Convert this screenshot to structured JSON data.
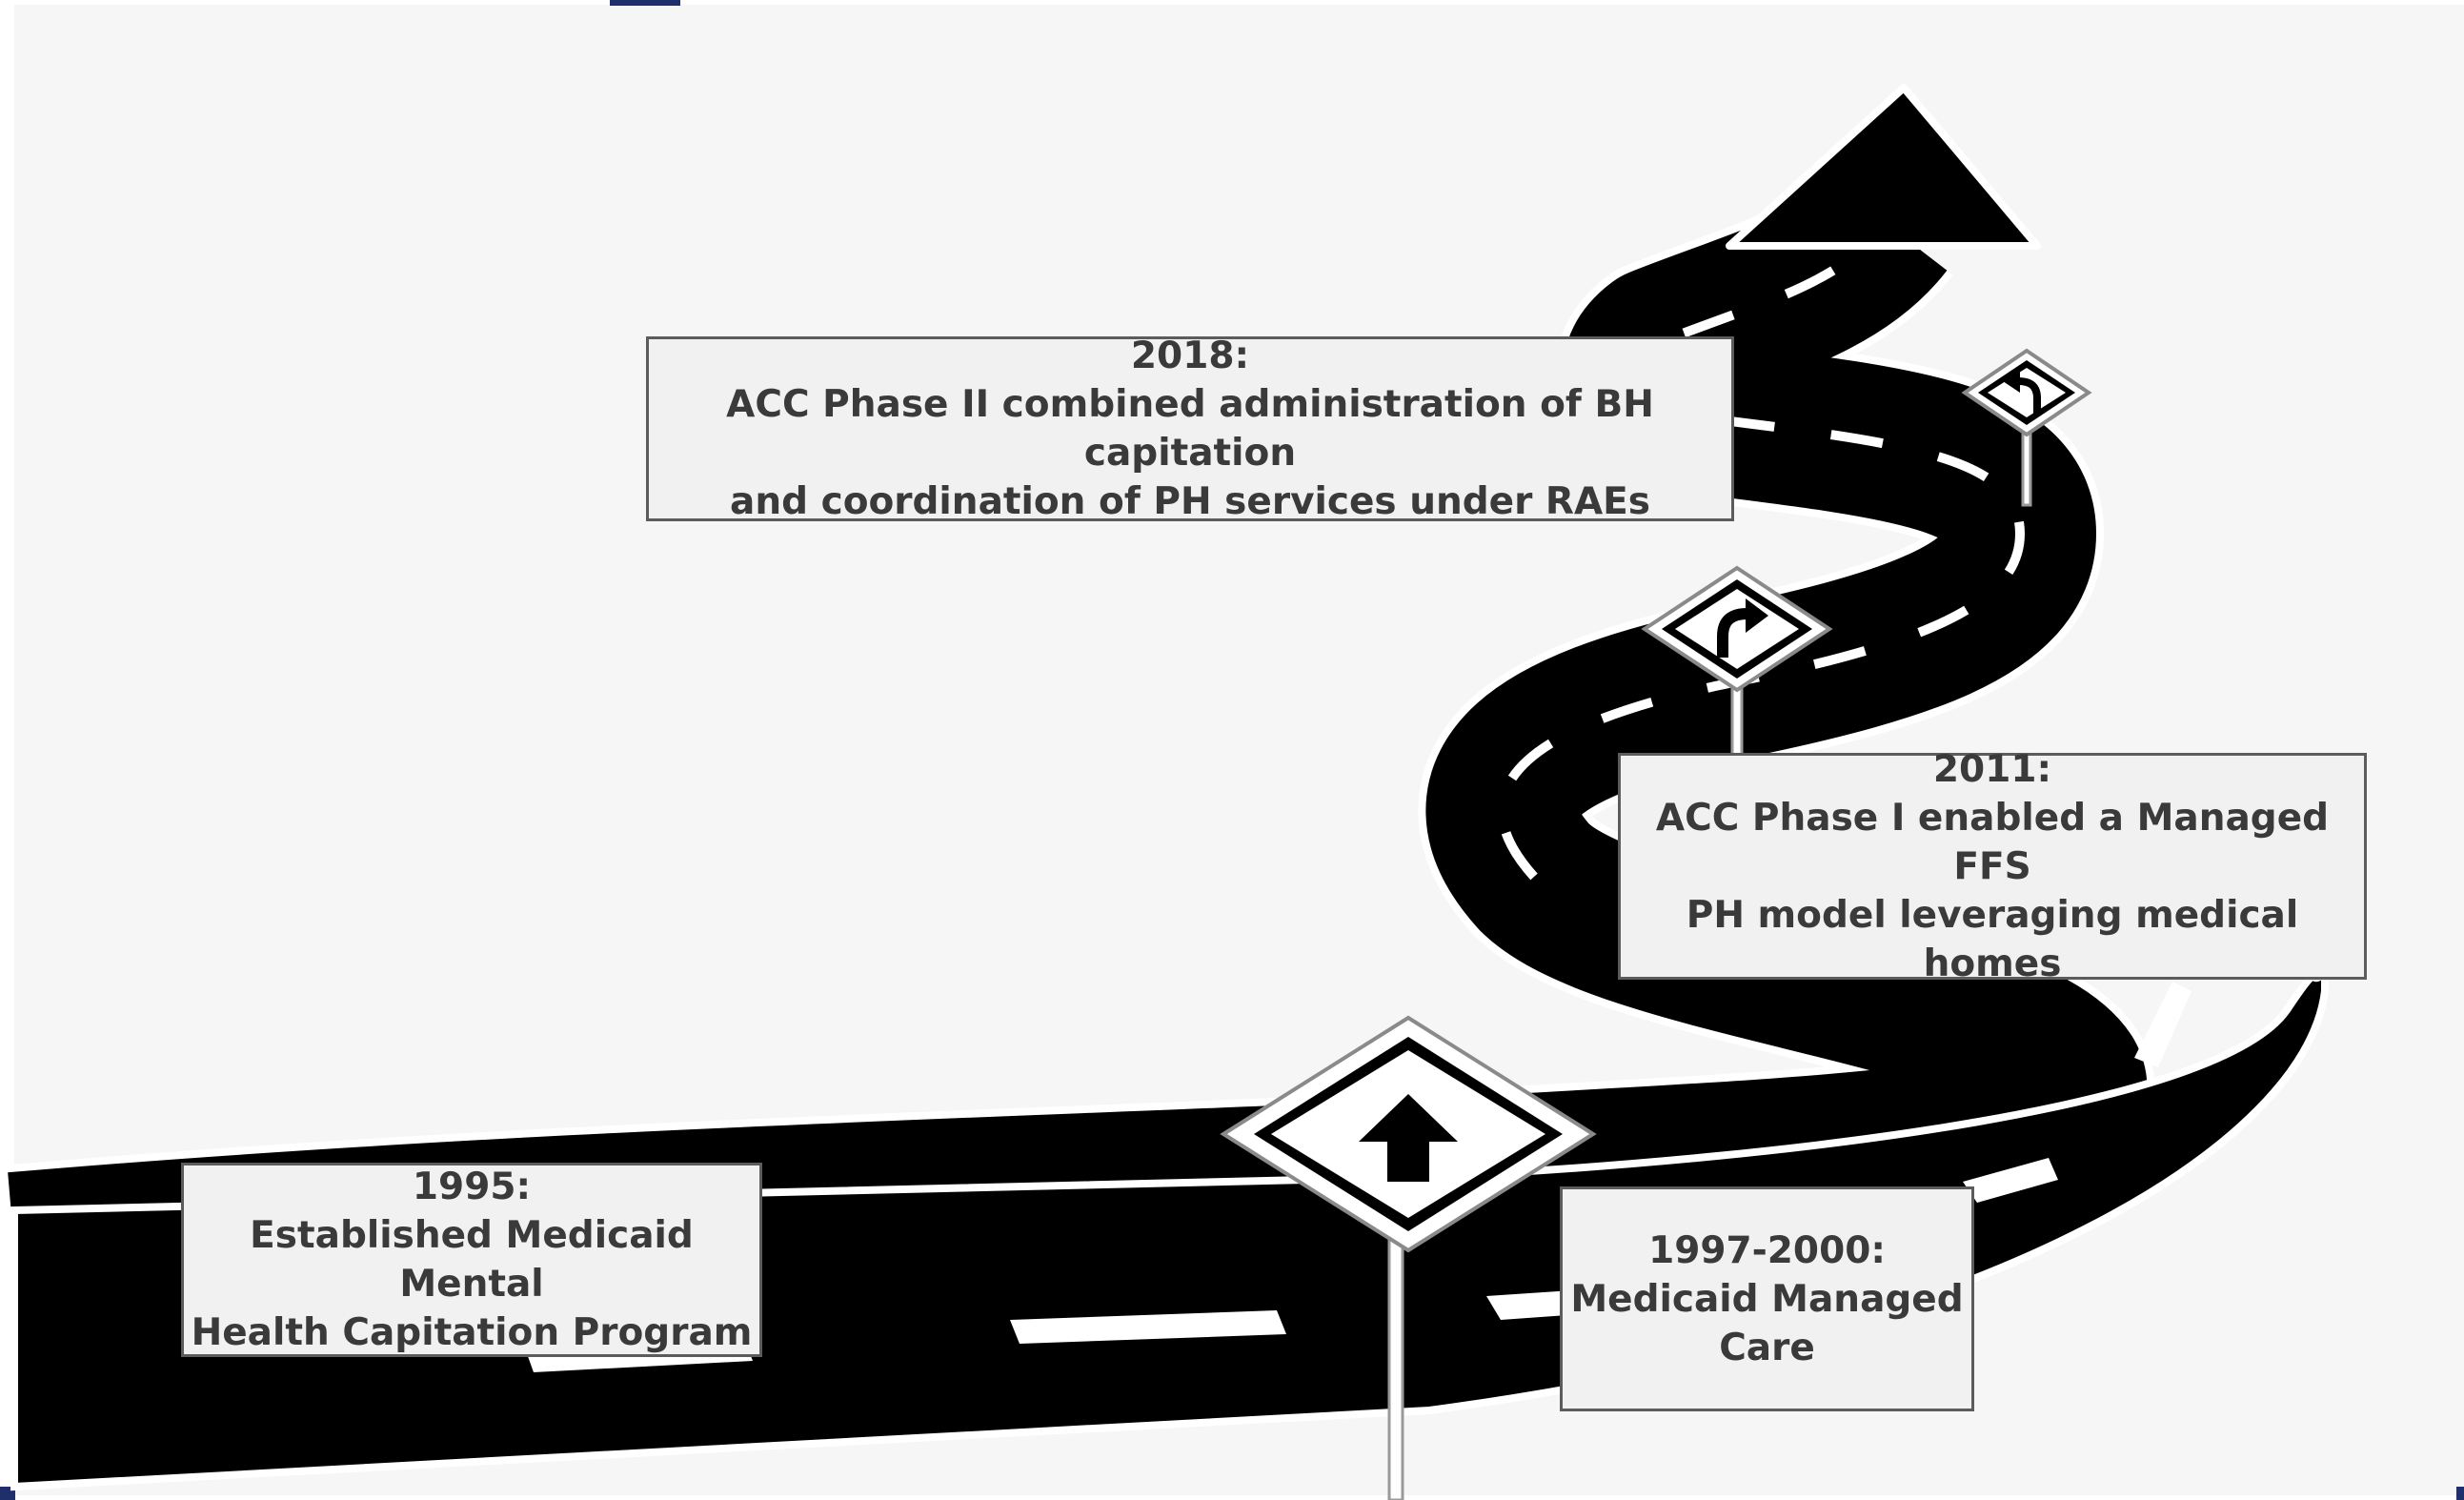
{
  "diagram": {
    "colors": {
      "background": "#f6f6f6",
      "road": "#000000",
      "lane_marking": "#ffffff",
      "box_fill": "#f1f1f1",
      "box_border": "#5c5c5c",
      "box_text": "#3a3a3a",
      "frame_accent": "#1f2f6b"
    },
    "icons": [
      "arrow-up-icon",
      "turn-right-icon",
      "turn-left-icon",
      "road-arrow-icon"
    ],
    "milestones": [
      {
        "year": "1995:",
        "line1": "Established Medicaid Mental",
        "line2": "Health Capitation Program"
      },
      {
        "year": "1997-2000:",
        "line1": "Medicaid Managed",
        "line2": "Care"
      },
      {
        "year": "2011:",
        "line1": "ACC Phase I enabled a Managed FFS",
        "line2": "PH model leveraging medical homes"
      },
      {
        "year": "2018:",
        "line1": "ACC Phase II combined administration of BH capitation",
        "line2": "and coordination of PH services under RAEs"
      }
    ]
  }
}
